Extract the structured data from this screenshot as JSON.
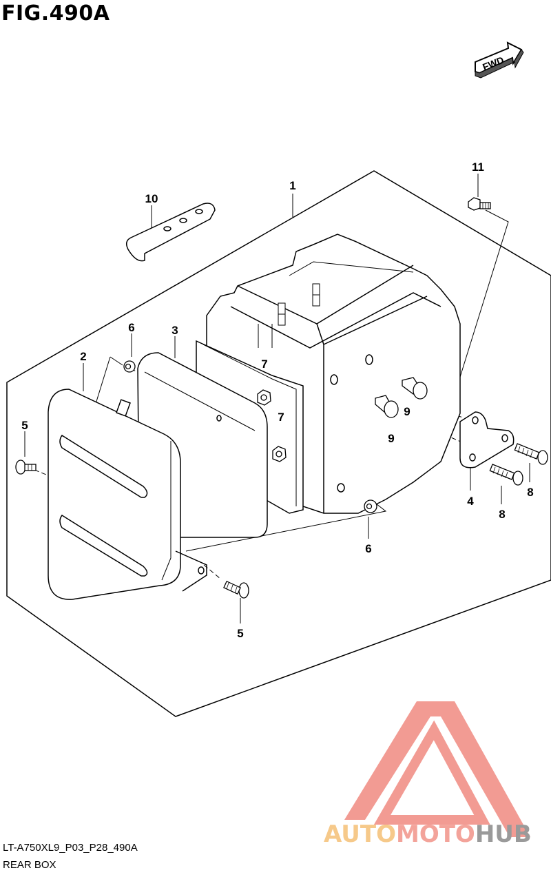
{
  "figure": {
    "title": "FIG.490A",
    "code": "LT-A750XL9_P03_P28_490A",
    "caption": "REAR BOX"
  },
  "direction_badge": "FWD",
  "callouts": [
    "1",
    "2",
    "3",
    "4",
    "5",
    "5",
    "6",
    "6",
    "7",
    "7",
    "8",
    "8",
    "9",
    "9",
    "10",
    "11"
  ],
  "watermark": {
    "part1": "AUTO",
    "part2": "MOTO",
    "part3": "HUB",
    "colors": {
      "triangle": "#f08a80",
      "part1": "#f6c98a",
      "part2": "#f3a39a",
      "part3": "#9a9a9a"
    }
  },
  "line_color": "#000000"
}
